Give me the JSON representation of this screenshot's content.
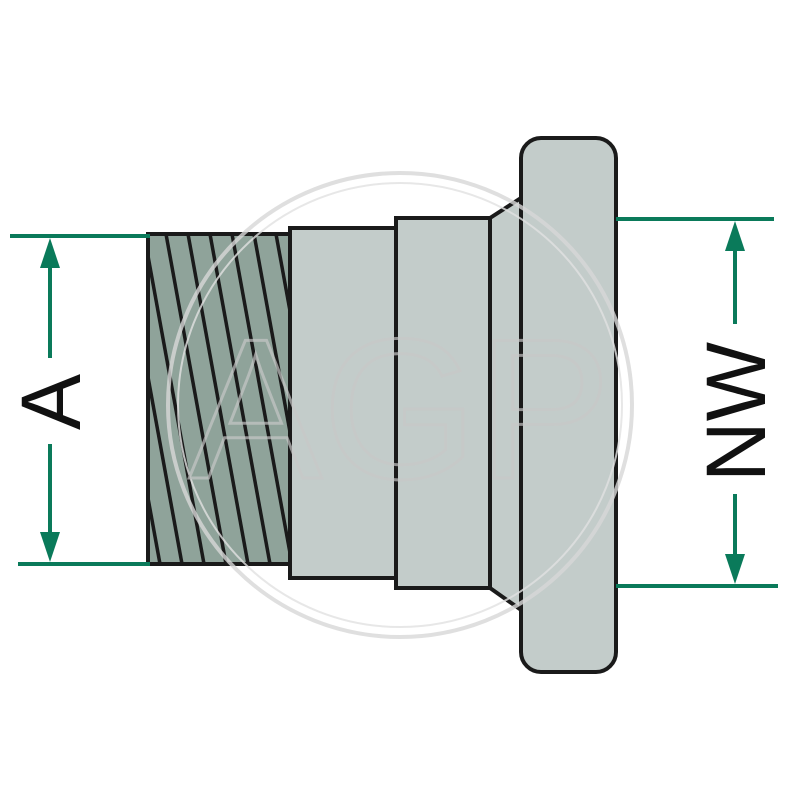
{
  "diagram": {
    "labels": {
      "thread_dimension": "A",
      "nominal_width": "NW"
    },
    "watermark": {
      "text": "AGP"
    },
    "colors": {
      "dimension_lines": "#0a7a5a",
      "thread_section": "#8fa39a",
      "body": "#c3ccca",
      "outline": "#1a1a1a",
      "label_text": "#111111",
      "watermark": "#c8c8c8"
    },
    "icons": {
      "part": "hydraulic-screw-plug-icon",
      "dimension_arrow": "double-arrow-icon"
    }
  }
}
